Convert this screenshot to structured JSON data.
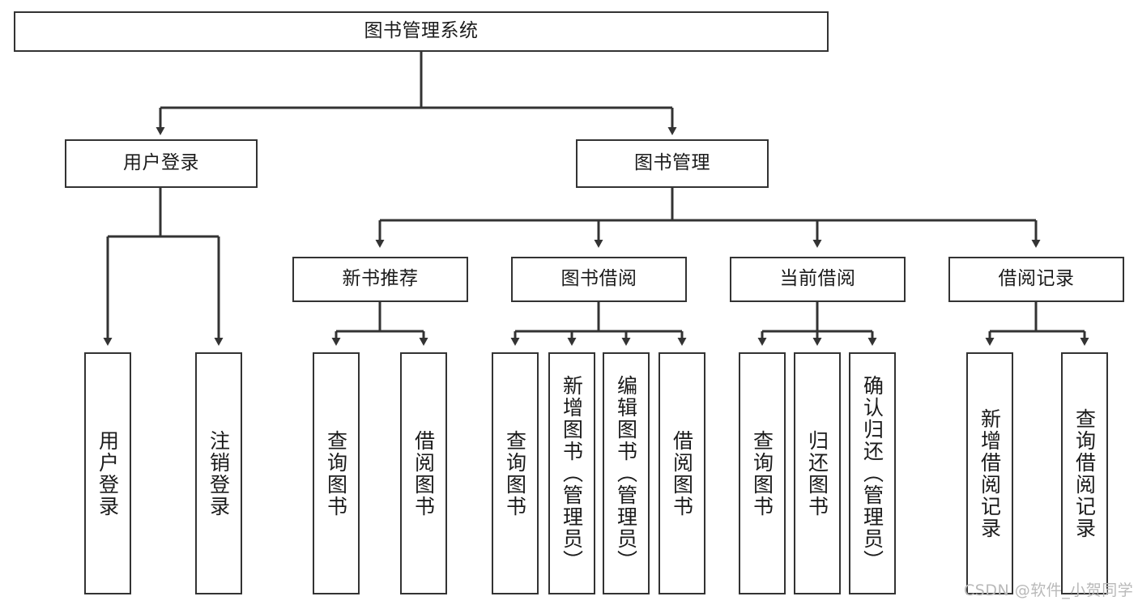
{
  "diagram": {
    "title": "图书管理系统",
    "type": "hierarchy-tree",
    "watermark": "CSDN @软件_小贺同学",
    "root": {
      "label": "图书管理系统"
    },
    "level2": [
      {
        "label": "用户登录"
      },
      {
        "label": "图书管理"
      }
    ],
    "level3": [
      {
        "label": "新书推荐"
      },
      {
        "label": "图书借阅"
      },
      {
        "label": "当前借阅"
      },
      {
        "label": "借阅记录"
      }
    ],
    "leaves": {
      "user_login": [
        {
          "label": "用户登录"
        },
        {
          "label": "注销登录"
        }
      ],
      "new_book_recommend": [
        {
          "label": "查询图书"
        },
        {
          "label": "借阅图书"
        }
      ],
      "book_borrow": [
        {
          "label": "查询图书"
        },
        {
          "label": "新增图书（管理员）"
        },
        {
          "label": "编辑图书（管理员）"
        },
        {
          "label": "借阅图书"
        }
      ],
      "current_borrow": [
        {
          "label": "查询图书"
        },
        {
          "label": "归还图书"
        },
        {
          "label": "确认归还（管理员）"
        }
      ],
      "borrow_records": [
        {
          "label": "新增借阅记录"
        },
        {
          "label": "查询借阅记录"
        }
      ]
    },
    "colors": {
      "border": "#333333",
      "fill": "#ffffff",
      "text": "#1b1b1b",
      "connector": "#333333",
      "watermark": "#b9b9b9"
    }
  }
}
